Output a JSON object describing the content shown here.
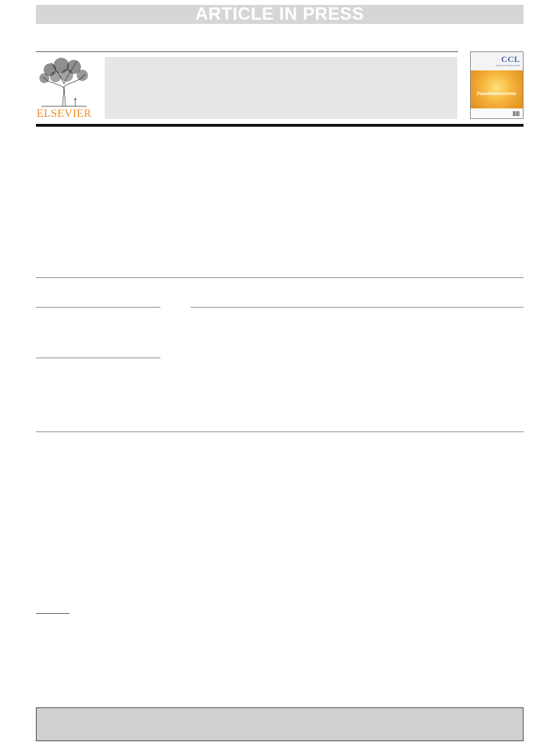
{
  "banner": {
    "text": "ARTICLE IN PRESS"
  },
  "publisher": {
    "logo_text": "ELSEVIER",
    "brand_color": "#f28c1f"
  },
  "journal_cover": {
    "abbreviation": "CCL",
    "subtitle": "Chinese Chemical Letters",
    "cover_title": "Piezofluorochromic",
    "accent_color": "#4a5fa8"
  }
}
